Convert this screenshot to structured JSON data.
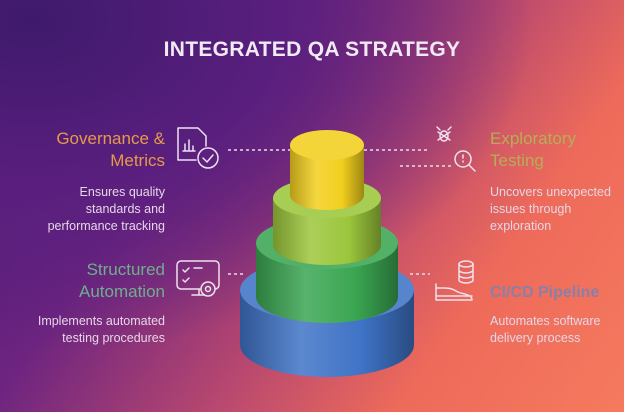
{
  "title": "INTEGRATED QA STRATEGY",
  "items": [
    {
      "heading": [
        "Governance &",
        "Metrics"
      ],
      "description": [
        "Ensures quality",
        "standards and",
        "performance tracking"
      ],
      "color": "#e89a4a",
      "icon": "chart-document-check-icon"
    },
    {
      "heading": [
        "Exploratory",
        "Testing"
      ],
      "description": [
        "Uncovers unexpected",
        "issues through",
        "exploration"
      ],
      "color": "#b7ad56",
      "icon": "bug-magnifier-icon"
    },
    {
      "heading": [
        "Structured",
        "Automation"
      ],
      "description": [
        "Implements automated",
        "testing procedures"
      ],
      "color": "#6fae8c",
      "icon": "checklist-gear-icon"
    },
    {
      "heading": [
        "CI/CD Pipeline"
      ],
      "description": [
        "Automates software",
        "delivery process"
      ],
      "color": "#8a7fa8",
      "icon": "database-pipeline-icon"
    }
  ],
  "tiers": [
    {
      "color": "#f2cf1e"
    },
    {
      "color": "#9cc63c"
    },
    {
      "color": "#3aa652"
    },
    {
      "color": "#3f73c6"
    }
  ]
}
